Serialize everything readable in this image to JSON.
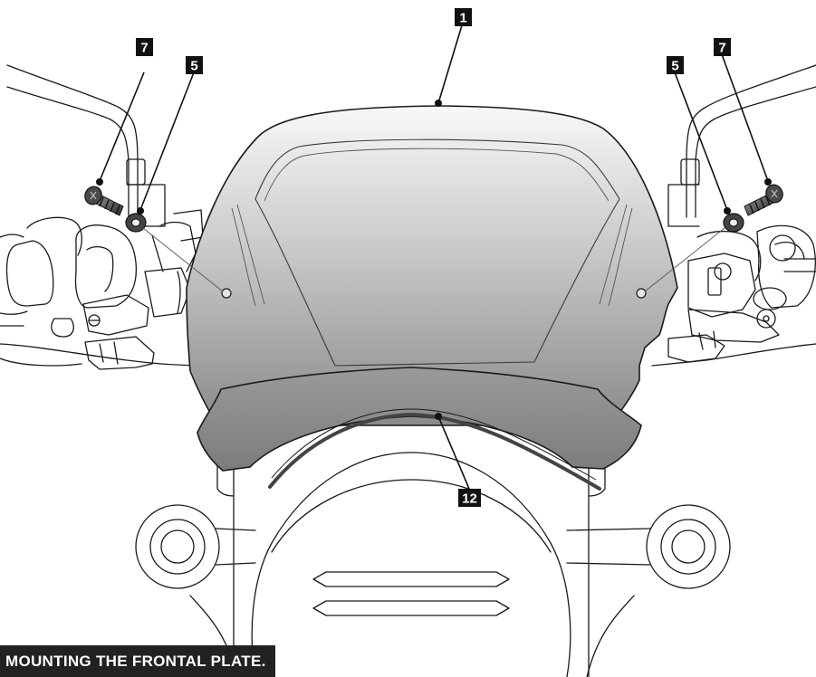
{
  "callouts": {
    "screen": "1",
    "washer_left": "5",
    "screw_left": "7",
    "washer_right": "5",
    "screw_right": "7",
    "edge_trim": "12"
  },
  "caption": "MOUNTING THE FRONTAL PLATE.",
  "colors": {
    "line": "#1a1a1a",
    "callout_bg": "#111111",
    "caption_bg": "#222222",
    "screen_top": "#f6f6f6",
    "screen_bottom": "#8e8e8e"
  }
}
